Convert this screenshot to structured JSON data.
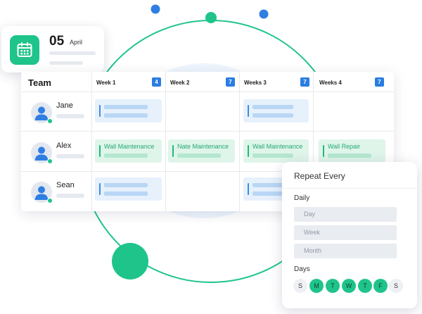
{
  "date_card": {
    "day": "05",
    "month": "April",
    "icon": "calendar-icon"
  },
  "table": {
    "team_header": "Team",
    "weeks": [
      {
        "label": "Week 1",
        "count": "4"
      },
      {
        "label": "Week 2",
        "count": "7"
      },
      {
        "label": "Weeks 3",
        "count": "7"
      },
      {
        "label": "Weeks 4",
        "count": "7"
      }
    ],
    "members": [
      {
        "name": "Jane",
        "status": "online"
      },
      {
        "name": "Alex",
        "status": "online"
      },
      {
        "name": "Sean",
        "status": "online"
      }
    ],
    "tasks": {
      "alex_w1": "Wall Maintenance",
      "alex_w2": "Nate Maintenance",
      "alex_w3": "Wall Maintenance",
      "alex_w4": "Wall Repair"
    }
  },
  "repeat": {
    "title": "Repeat Every",
    "daily_label": "Daily",
    "options": [
      "Day",
      "Week",
      "Month"
    ],
    "days_label": "Days",
    "days": [
      {
        "letter": "S",
        "selected": false
      },
      {
        "letter": "M",
        "selected": true
      },
      {
        "letter": "T",
        "selected": true
      },
      {
        "letter": "W",
        "selected": true
      },
      {
        "letter": "T",
        "selected": true
      },
      {
        "letter": "F",
        "selected": true
      },
      {
        "letter": "S",
        "selected": false
      }
    ]
  },
  "colors": {
    "accent_green": "#1fc48a",
    "accent_blue": "#2a7de1",
    "task_blue_bg": "#e6f1fc",
    "task_green_bg": "#dff5ea"
  }
}
